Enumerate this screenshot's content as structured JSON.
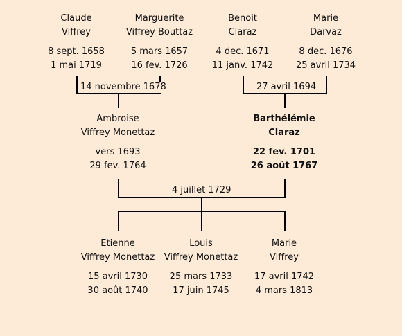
{
  "persons": {
    "claude": {
      "first": "Claude",
      "last": "Viffrey",
      "birth": "8 sept. 1658",
      "death": "1 mai 1719"
    },
    "marguerite": {
      "first": "Marguerite",
      "last": "Viffrey Bouttaz",
      "birth": "5 mars 1657",
      "death": "16 fev. 1726"
    },
    "benoit": {
      "first": "Benoit",
      "last": "Claraz",
      "birth": "4 dec. 1671",
      "death": "11 janv. 1742"
    },
    "marie_darvaz": {
      "first": "Marie",
      "last": "Darvaz",
      "birth": "8 dec. 1676",
      "death": "25 avril 1734"
    },
    "ambroise": {
      "first": "Ambroise",
      "last": "Viffrey Monettaz",
      "birth": "vers 1693",
      "death": "29 fev. 1764"
    },
    "barthelemie": {
      "first": "Barthélémie",
      "last": "Claraz",
      "birth": "22 fev. 1701",
      "death": "26 août 1767"
    },
    "etienne": {
      "first": "Etienne",
      "last": "Viffrey Monettaz",
      "birth": "15 avril 1730",
      "death": "30 août 1740"
    },
    "louis": {
      "first": "Louis",
      "last": "Viffrey Monettaz",
      "birth": "25 mars 1733",
      "death": "17 juin 1745"
    },
    "marie_viffrey": {
      "first": "Marie",
      "last": "Viffrey",
      "birth": "17 avril 1742",
      "death": "4 mars 1813"
    }
  },
  "marriages": {
    "claude_marguerite": "14 novembre 1678",
    "benoit_marie": "27 avril 1694",
    "ambroise_barthelemie": "4 juillet 1729"
  }
}
